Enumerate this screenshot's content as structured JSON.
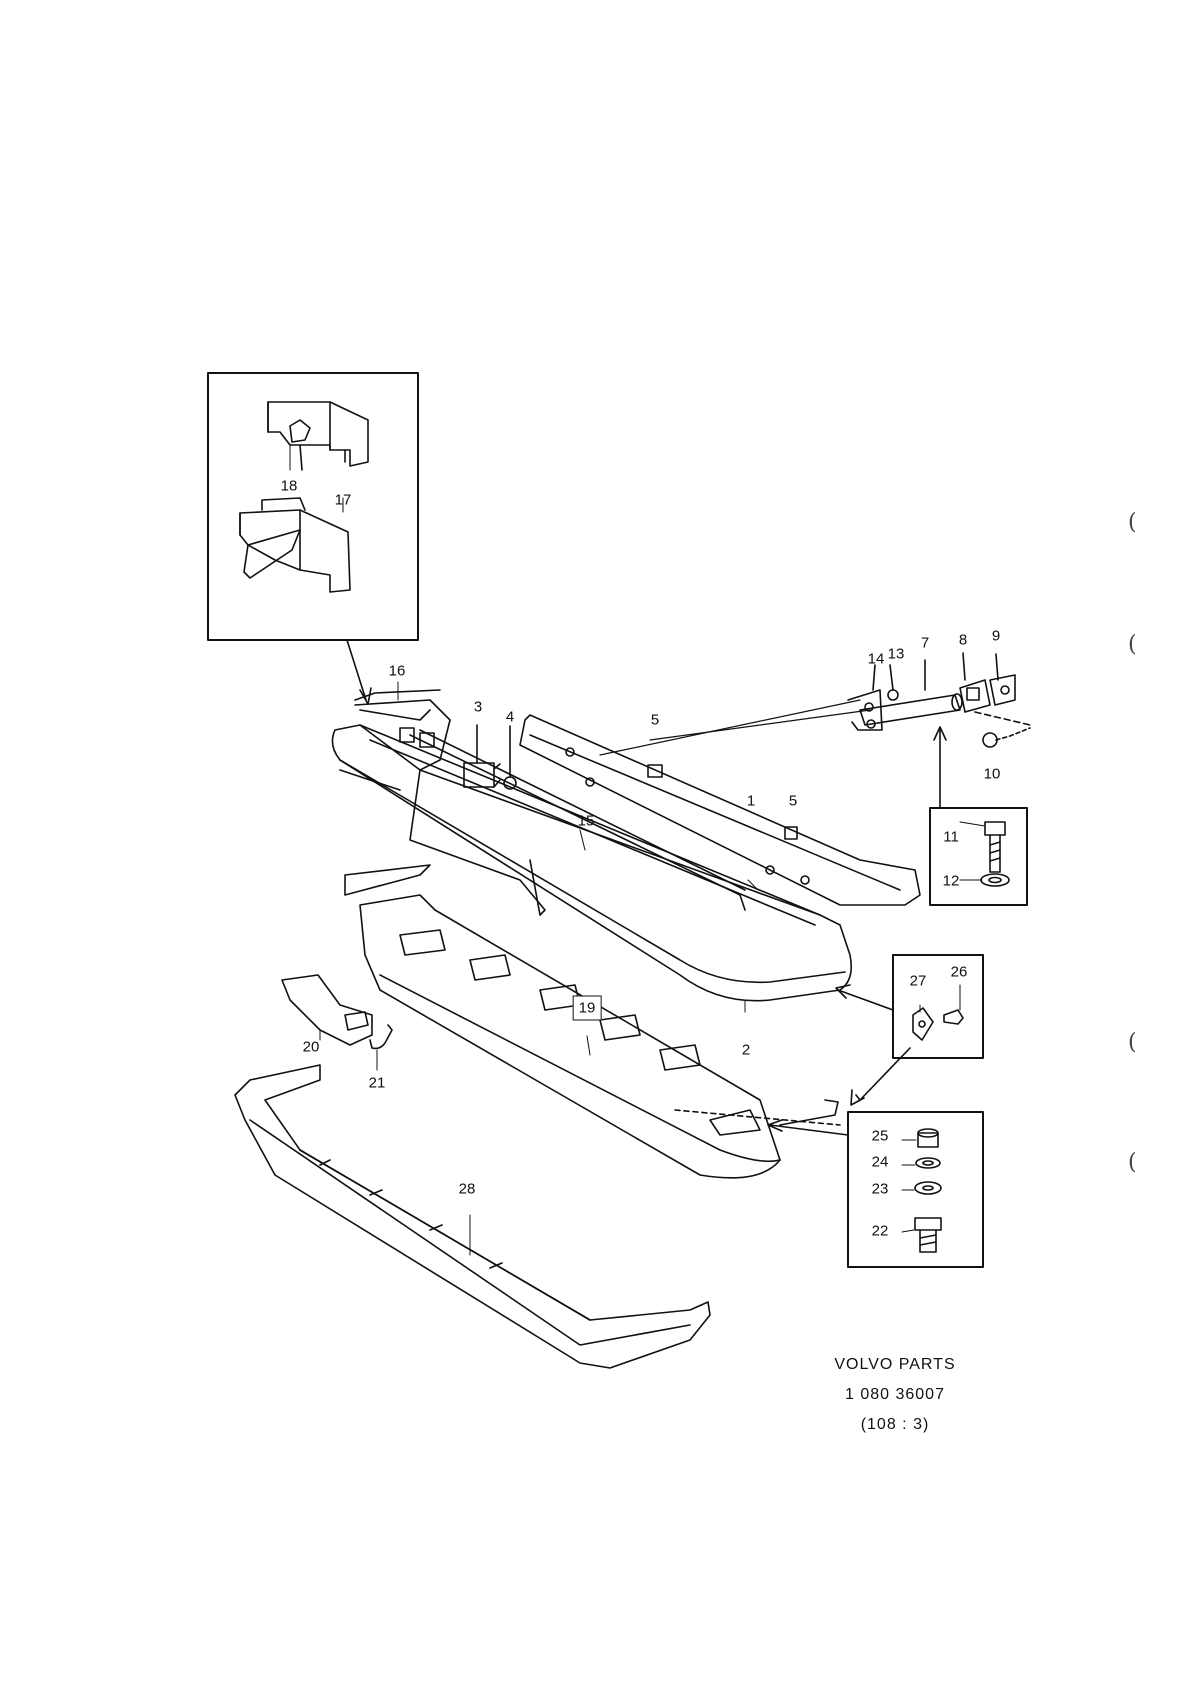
{
  "diagram": {
    "callouts": {
      "p1": "1",
      "p2": "2",
      "p3": "3",
      "p4": "4",
      "p5a": "5",
      "p5b": "5",
      "p7": "7",
      "p8": "8",
      "p9": "9",
      "p10": "10",
      "p11": "11",
      "p12": "12",
      "p13": "13",
      "p14": "14",
      "p15": "15",
      "p16": "16",
      "p17": "17",
      "p18": "18",
      "p19": "19",
      "p20": "20",
      "p21": "21",
      "p22": "22",
      "p23": "23",
      "p24": "24",
      "p25": "25",
      "p26": "26",
      "p27": "27",
      "p28": "28"
    },
    "footer": {
      "line1": "VOLVO  PARTS",
      "line2": "1 080  36007",
      "line3": "(108 : 3)"
    },
    "margin_marks": [
      "(",
      "(",
      "(",
      "("
    ]
  }
}
